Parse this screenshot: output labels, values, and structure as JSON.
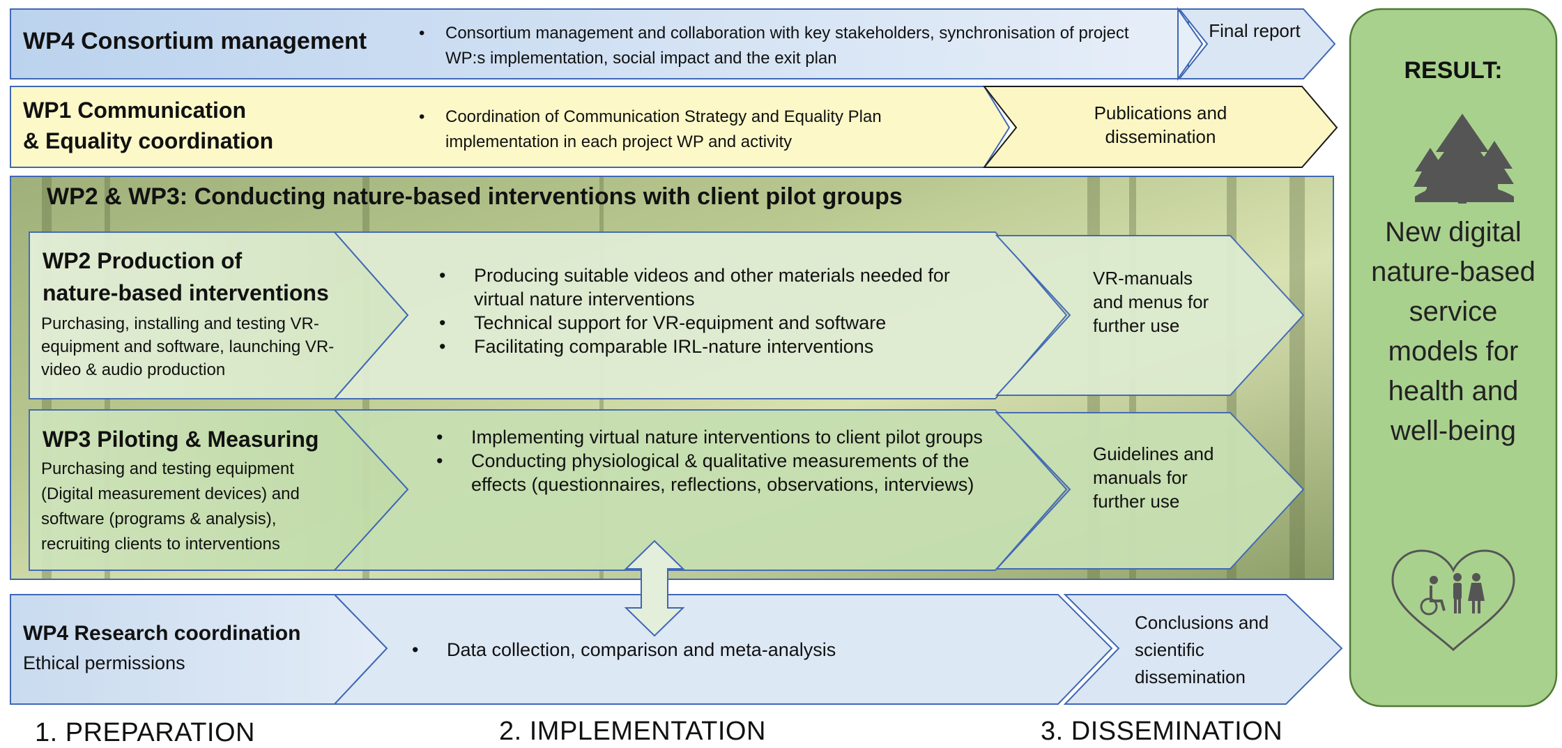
{
  "wp4_consortium": {
    "title": "WP4 Consortium management",
    "bullets": [
      "Consortium management and collaboration with key stakeholders, synchronisation of project WP:s implementation, social impact and the exit plan"
    ],
    "output": "Final report"
  },
  "wp1": {
    "title_line1": "WP1 Communication",
    "title_line2": "& Equality coordination",
    "bullets": [
      "Coordination of Communication Strategy and Equality Plan implementation in each project WP and activity"
    ],
    "output": "Publications and dissemination"
  },
  "wp23": {
    "heading": "WP2 & WP3: Conducting nature-based interventions with client pilot groups"
  },
  "wp2": {
    "title_line1": "WP2 Production of",
    "title_line2": "nature-based interventions",
    "desc": "Purchasing, installing and testing VR-equipment and software, launching VR-video & audio production",
    "bullets": [
      "Producing suitable videos and other materials needed for virtual nature interventions",
      "Technical support for VR-equipment and software",
      "Facilitating comparable IRL-nature interventions"
    ],
    "output": "VR-manuals and menus for further use"
  },
  "wp3": {
    "title": "WP3 Piloting & Measuring",
    "desc": "Purchasing and testing equipment (Digital measurement devices) and software (programs & analysis), recruiting clients to interventions",
    "bullets": [
      "Implementing virtual nature interventions to client pilot groups",
      "Conducting physiological & qualitative measurements of the effects (questionnaires, reflections, observations, interviews)"
    ],
    "output": "Guidelines and manuals for further use"
  },
  "wp4_research": {
    "title": "WP4 Research coordination",
    "desc": "Ethical permissions",
    "bullets": [
      "Data collection, comparison and meta-analysis"
    ],
    "output": "Conclusions and scientific dissemination"
  },
  "result": {
    "label": "RESULT:",
    "text": "New digital nature-based service models for health and well-being",
    "icons": [
      "trees-icon",
      "heart-people-icon"
    ]
  },
  "phases": [
    "1. PREPARATION",
    "2. IMPLEMENTATION",
    "3. DISSEMINATION"
  ],
  "colors": {
    "blue_fill": "#d6e4f3",
    "blue_border": "#3f67b5",
    "yellow_fill": "#fdf8c8",
    "green_fill": "#dcebd0",
    "green_dark": "#c4deb0",
    "result_fill": "#a9d18e",
    "forest": "#8a9a6a"
  }
}
